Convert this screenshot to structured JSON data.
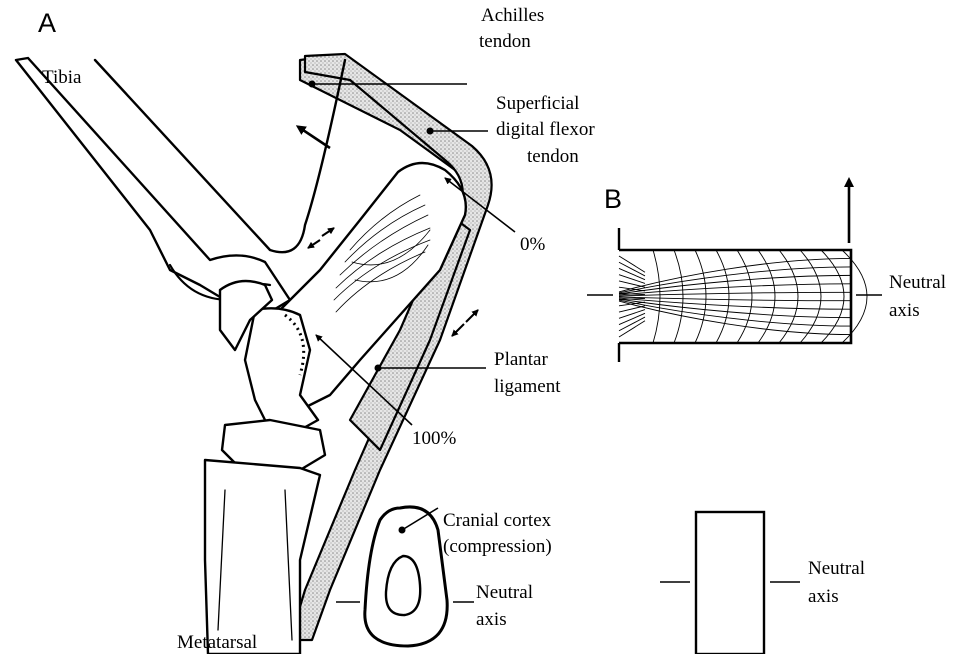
{
  "panels": {
    "a": "A",
    "b": "B"
  },
  "labels_a": {
    "tibia": "Tibia",
    "achilles_1": "Achilles",
    "achilles_2": "tendon",
    "sdf_1": "Superficial",
    "sdf_2": "digital flexor",
    "sdf_3": "tendon",
    "zero_pct": "0%",
    "hundred_pct": "100%",
    "plantar_1": "Plantar",
    "plantar_2": "ligament",
    "cortex_1": "Cranial cortex",
    "cortex_2": "(compression)",
    "neutral_1": "Neutral",
    "neutral_2": "axis",
    "metatarsal": "Metatarsal"
  },
  "labels_b": {
    "neutral_top_1": "Neutral",
    "neutral_top_2": "axis",
    "neutral_bottom_1": "Neutral",
    "neutral_bottom_2": "axis"
  },
  "colors": {
    "ink": "#000000",
    "stipple": "#b8b8b8"
  }
}
